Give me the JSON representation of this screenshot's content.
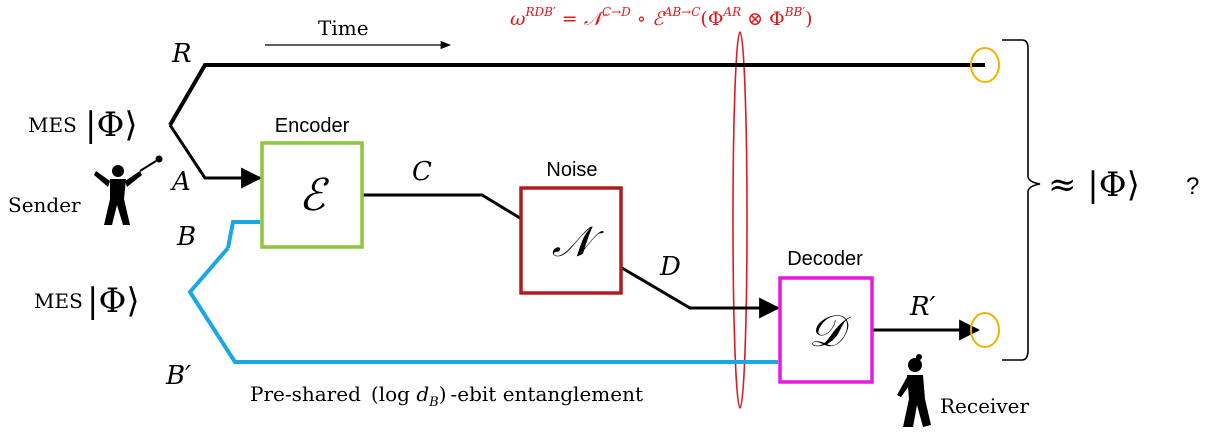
{
  "header": {
    "time_label": "Time",
    "formula": "ω^{RDB′} = 𝒩^{C→D} ∘ ℰ^{AB→C}(Φ^{AR} ⊗ Φ^{BB′})",
    "formula_parts": {
      "omega": "ω",
      "omega_sup": "RDB′",
      "eq": " = ",
      "N": "𝒩",
      "N_sup": "C→D",
      "comp": " ∘ ",
      "E": "ℰ",
      "E_sup": "AB→C",
      "open": "(Φ",
      "phi1_sup": "AR",
      "otimes": " ⊗ Φ",
      "phi2_sup": "BB′",
      "close": ")"
    }
  },
  "labels": {
    "R": "R",
    "A": "A",
    "B": "B",
    "B_prime": "B′",
    "C": "C",
    "D": "D",
    "R_prime": "R′"
  },
  "states": {
    "mes_top_label": "MES",
    "mes_bottom_label": "MES",
    "ket": "|Φ⟩"
  },
  "parties": {
    "sender": "Sender",
    "receiver": "Receiver"
  },
  "boxes": {
    "encoder_title": "Encoder",
    "encoder_symbol": "ℰ",
    "noise_title": "Noise",
    "noise_symbol": "𝒩",
    "decoder_title": "Decoder",
    "decoder_symbol": "𝒟"
  },
  "result": {
    "approx": "≈ |Φ⟩",
    "question": "?"
  },
  "footer": {
    "preshared_prefix": "Pre-shared",
    "preshared_math": "(log d",
    "preshared_sub": "B",
    "preshared_close": ")",
    "preshared_suffix": "-ebit entanglement"
  },
  "colors": {
    "wire": "#000000",
    "entanglement_wire": "#1aa7e6",
    "encoder": "#8cc63f",
    "noise": "#b01c1c",
    "decoder": "#e619e0",
    "formula": "#e0191f",
    "endpoint": "#f2b200"
  },
  "icons": {
    "sender": "badminton-player-icon",
    "receiver": "basketball-player-icon"
  }
}
